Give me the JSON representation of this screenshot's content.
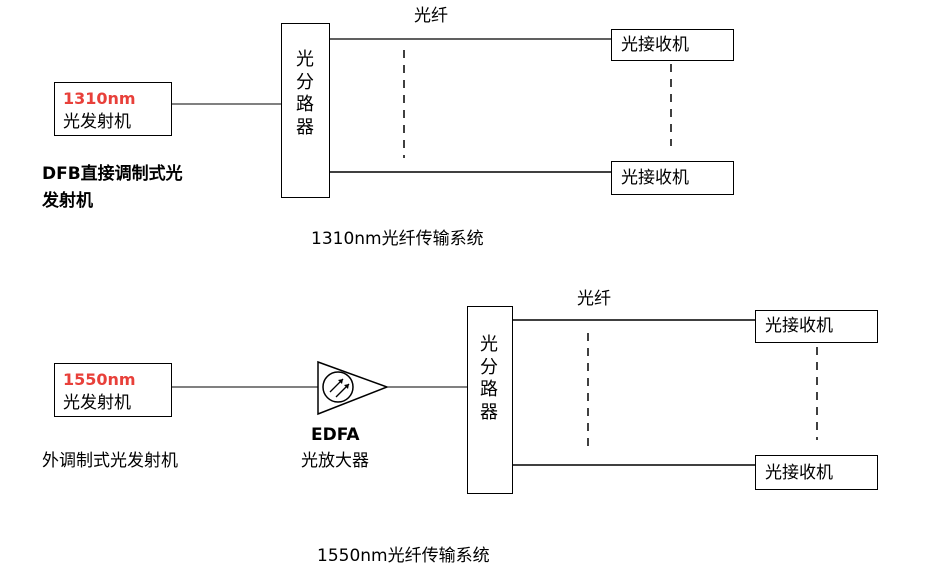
{
  "system1": {
    "transmitter": {
      "wavelength": "1310nm",
      "label": "光发射机"
    },
    "transmitter_desc_line1": "DFB直接调制式光",
    "transmitter_desc_line2": "发射机",
    "splitter": [
      "光",
      "分",
      "路",
      "器"
    ],
    "fiber_label": "光纤",
    "receivers": [
      "光接收机",
      "光接收机"
    ],
    "caption": "1310nm光纤传输系统"
  },
  "system2": {
    "transmitter": {
      "wavelength": "1550nm",
      "label": "光发射机"
    },
    "transmitter_desc": "外调制式光发射机",
    "amplifier_line1": "EDFA",
    "amplifier_line2": "光放大器",
    "splitter": [
      "光",
      "分",
      "路",
      "器"
    ],
    "fiber_label": "光纤",
    "receivers": [
      "光接收机",
      "光接收机"
    ],
    "caption": "1550nm光纤传输系统"
  },
  "colors": {
    "wavelength_red": "#e8403a",
    "line": "#000000"
  }
}
